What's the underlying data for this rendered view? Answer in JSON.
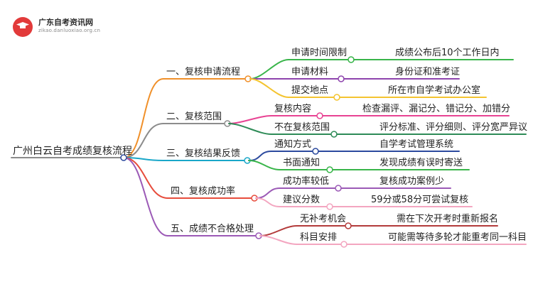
{
  "logo": {
    "title": "广东自考资讯网",
    "subtitle": "zikao.danluoxiao.org.cn"
  },
  "mindmap": {
    "root": "广州白云自考成绩复核流程",
    "branches": [
      {
        "label": "一、复核申请流程",
        "color": "#f0902a",
        "children": [
          {
            "label": "申请时间限制",
            "color": "#39b54a",
            "leaf": "成绩公布后10个工作日内"
          },
          {
            "label": "申请材料",
            "color": "#8e44ad",
            "leaf": "身份证和准考证"
          },
          {
            "label": "提交地点",
            "color": "#f4c430",
            "leaf": "所在市自学考试办公室"
          }
        ]
      },
      {
        "label": "二、复核范围",
        "color": "#8c8c8c",
        "children": [
          {
            "label": "复核内容",
            "color": "#e84393",
            "leaf": "检查漏评、漏记分、错记分、加错分"
          },
          {
            "label": "不在复核范围",
            "color": "#2e8b57",
            "leaf": "评分标准、评分细则、评分宽严异议"
          }
        ]
      },
      {
        "label": "三、复核结果反馈",
        "color": "#1aa7c9",
        "children": [
          {
            "label": "通知方式",
            "color": "#2c4a9e",
            "leaf": "自学考试管理系统"
          },
          {
            "label": "书面通知",
            "color": "#39b54a",
            "leaf": "发现成绩有误时寄送"
          }
        ]
      },
      {
        "label": "四、复核成功率",
        "color": "#e74c3c",
        "children": [
          {
            "label": "成功率较低",
            "color": "#9b59b6",
            "leaf": "复核成功案例少"
          },
          {
            "label": "建议分数",
            "color": "#f3a6c0",
            "leaf": "59分或58分可尝试复核"
          }
        ]
      },
      {
        "label": "五、成绩不合格处理",
        "color": "#9b59b6",
        "children": [
          {
            "label": "无补考机会",
            "color": "#b33a3a",
            "leaf": "需在下次开考时重新报名"
          },
          {
            "label": "科目安排",
            "color": "#f3a6c0",
            "leaf": "可能需等待多轮才能重考同一科目"
          }
        ]
      }
    ]
  }
}
